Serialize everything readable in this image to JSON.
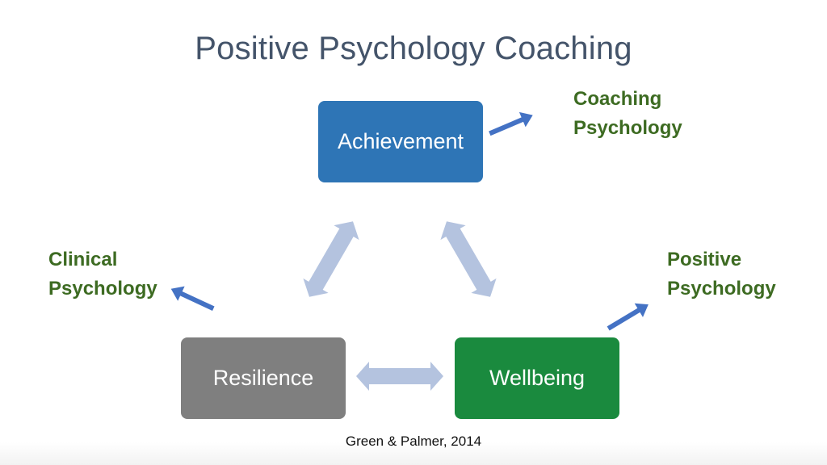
{
  "title": "Positive Psychology Coaching",
  "nodes": {
    "achievement": "Achievement",
    "resilience": "Resilience",
    "wellbeing": "Wellbeing"
  },
  "labels": {
    "coaching": [
      "Coaching",
      "Psychology"
    ],
    "clinical": [
      "Clinical",
      "Psychology"
    ],
    "positive": [
      "Positive",
      "Psychology"
    ]
  },
  "citation": "Green & Palmer, 2014",
  "colors": {
    "title": "#44546a",
    "achievement": "#2e75b6",
    "resilience": "#7f7f7f",
    "wellbeing": "#1a8a3e",
    "label_text": "#3d6b22",
    "double_arrow": "#b4c3df",
    "single_arrow": "#4472c4"
  }
}
